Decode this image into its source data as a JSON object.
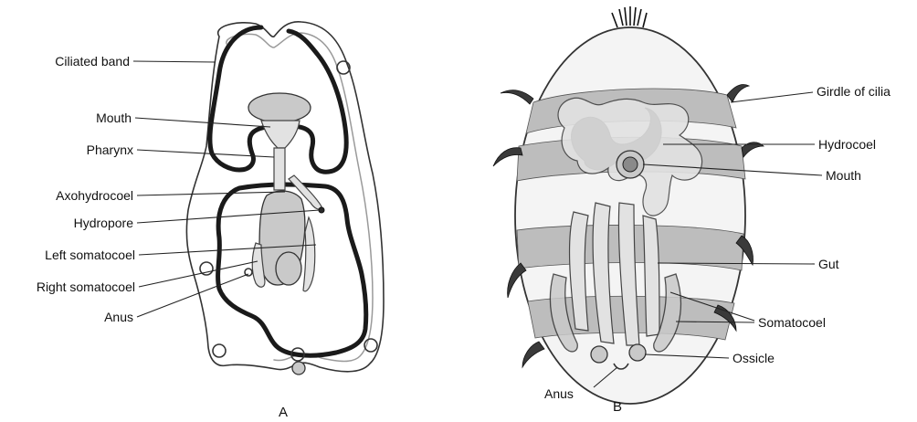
{
  "figure_a": {
    "caption": "A",
    "labels": {
      "ciliated_band": "Ciliated band",
      "mouth": "Mouth",
      "pharynx": "Pharynx",
      "axohydrocoel": "Axohydrocoel",
      "hydropore": "Hydropore",
      "left_somatocoel": "Left somatocoel",
      "right_somatocoel": "Right somatocoel",
      "anus": "Anus"
    }
  },
  "figure_b": {
    "caption": "B",
    "labels": {
      "girdle_of_cilia": "Girdle of cilia",
      "hydrocoel": "Hydrocoel",
      "mouth": "Mouth",
      "gut": "Gut",
      "somatocoel": "Somatocoel",
      "ossicle": "Ossicle",
      "anus": "Anus"
    }
  }
}
